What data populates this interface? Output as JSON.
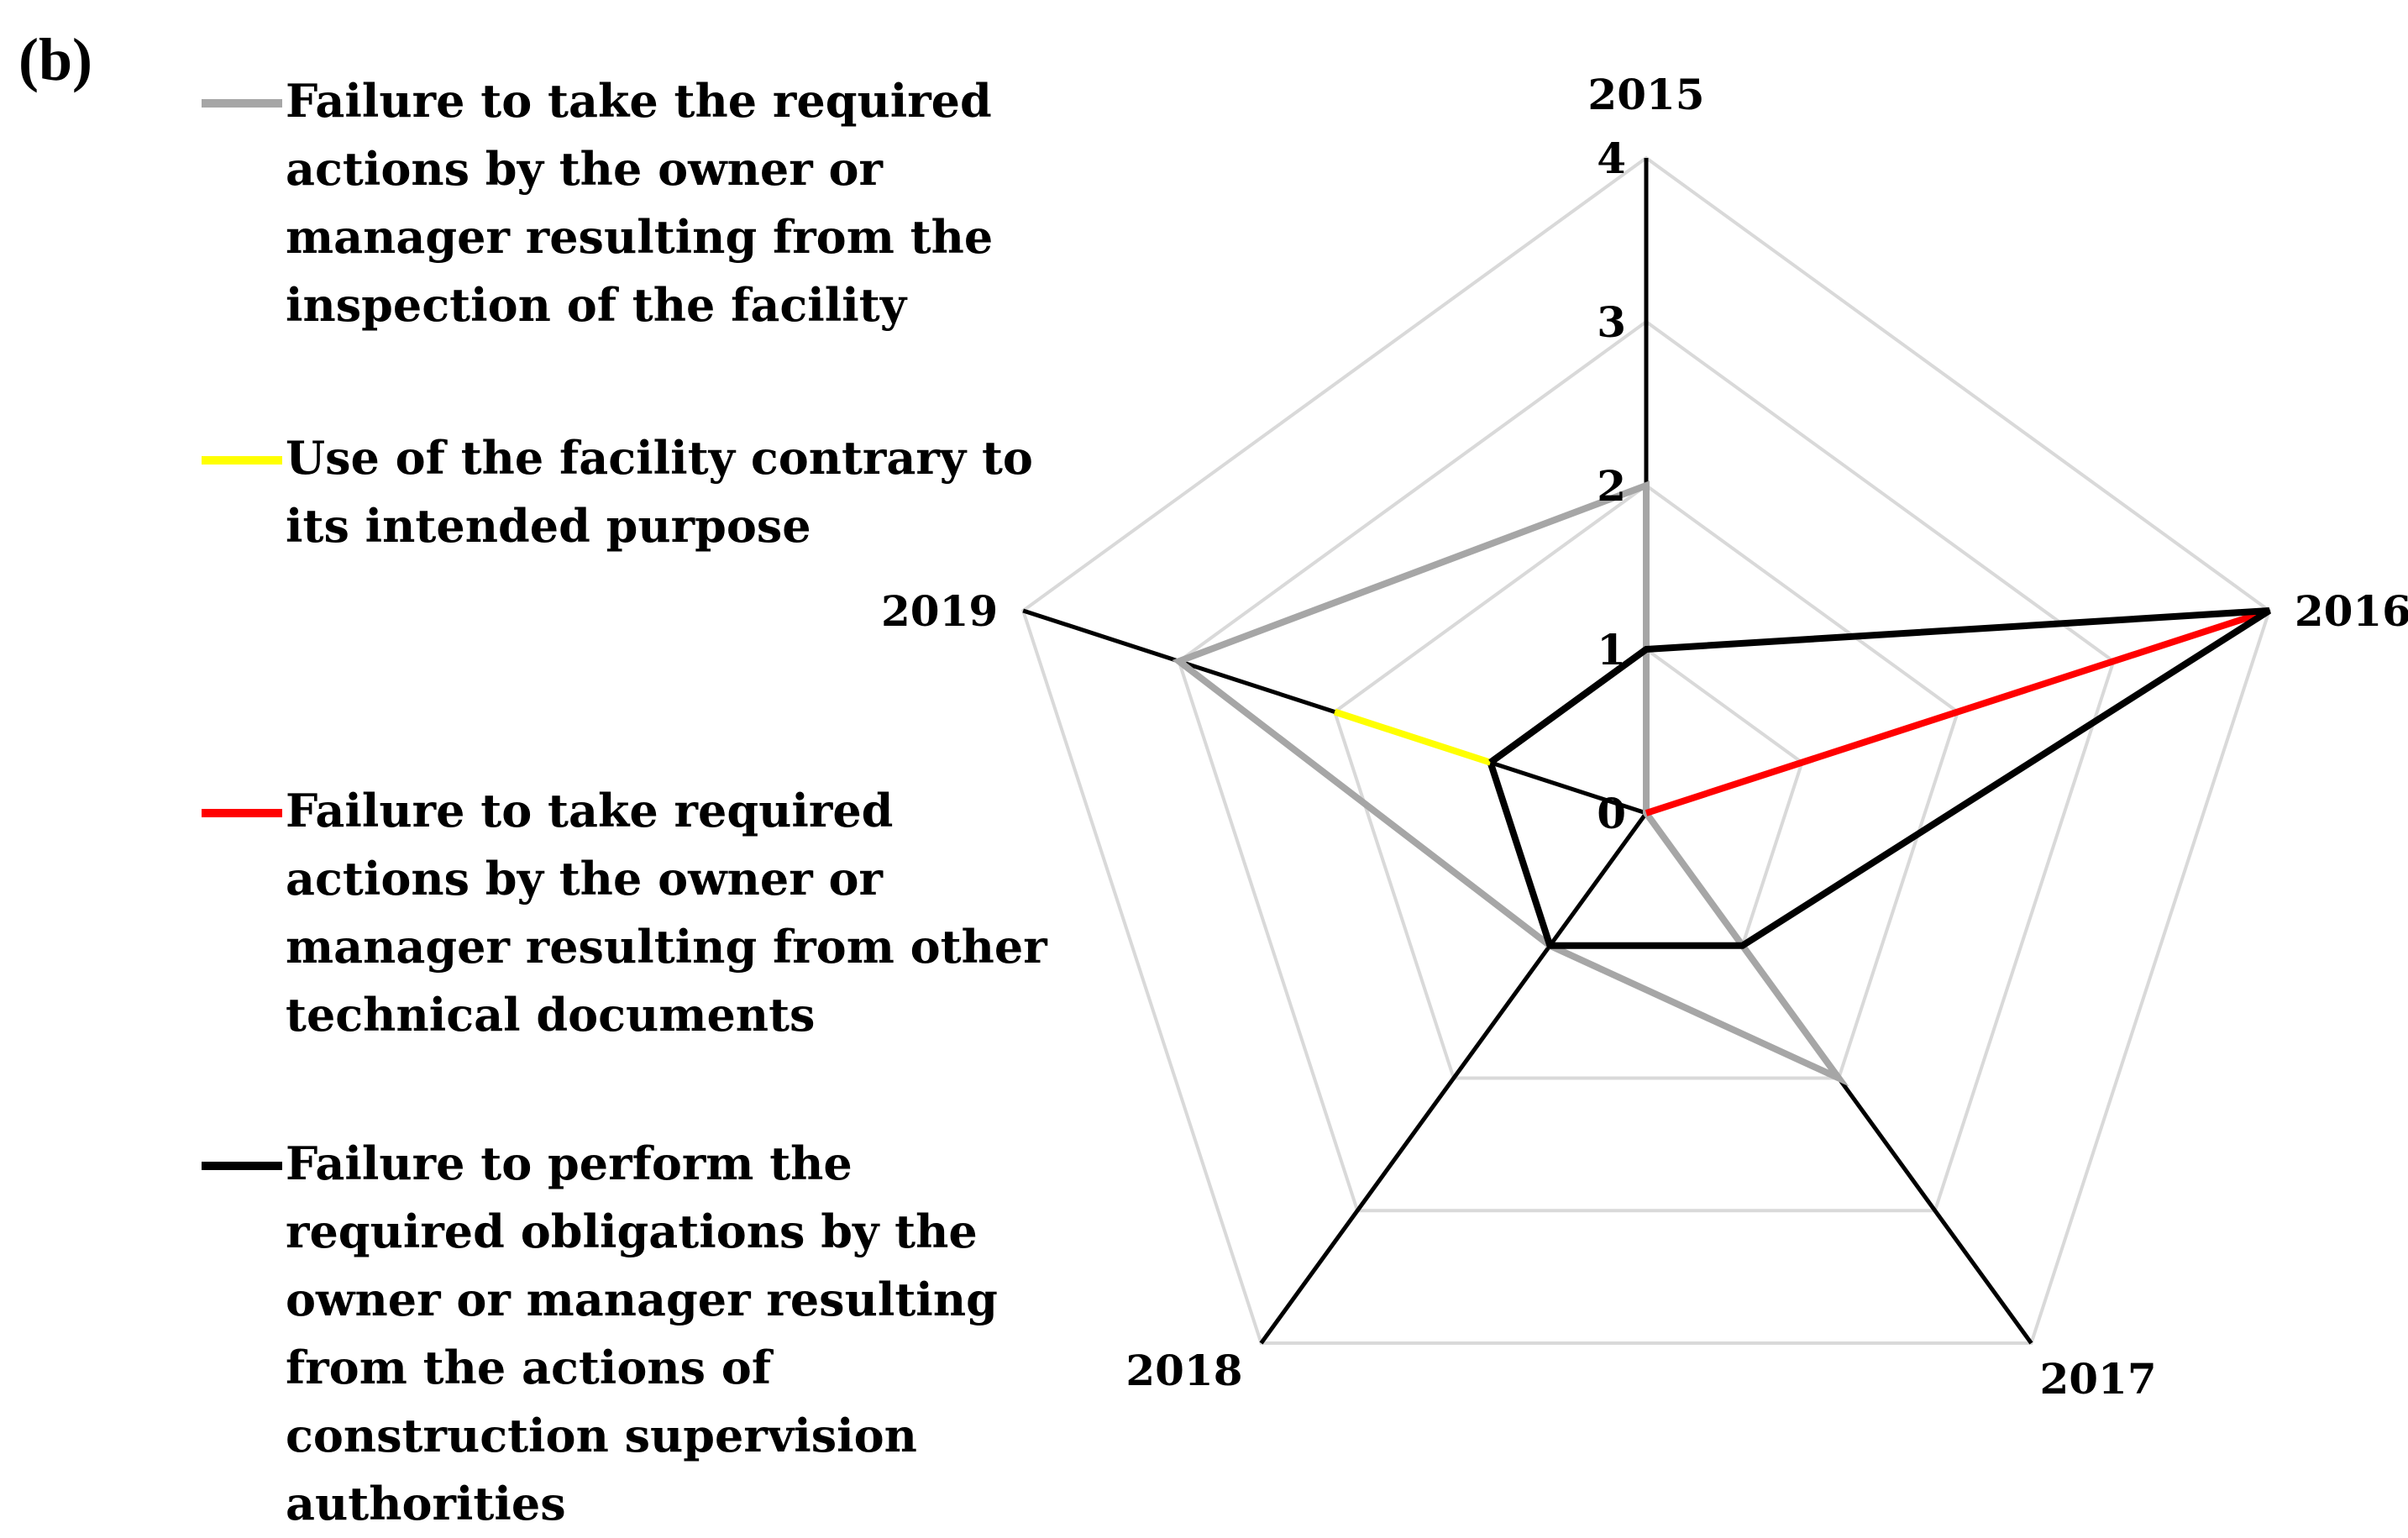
{
  "panel_label": "(b)",
  "colors": {
    "grid": "#d9d9d9",
    "background": "#ffffff"
  },
  "chart_data": {
    "type": "radar",
    "categories": [
      "2015",
      "2016",
      "2017",
      "2018",
      "2019"
    ],
    "rlim": [
      0,
      4
    ],
    "ticks": [
      "0",
      "1",
      "2",
      "3",
      "4"
    ],
    "grid": true,
    "legend_position": "left",
    "series": [
      {
        "name": "Failure to take the required actions by the owner or manager resulting from the inspection of the facility",
        "color": "#a6a6a6",
        "values": [
          2,
          0,
          2,
          1,
          3
        ]
      },
      {
        "name": "Use of the facility contrary to its intended purpose",
        "color": "#ffff00",
        "values": [
          0,
          0,
          0,
          0,
          2
        ]
      },
      {
        "name": "Failure to take required actions by the owner or manager resulting from other technical documents",
        "color": "#ff0000",
        "values": [
          0,
          4,
          0,
          0,
          0
        ]
      },
      {
        "name": "Failure to perform the required obligations by the owner or manager resulting from the actions of construction supervision authorities",
        "color": "#000000",
        "values": [
          1,
          4,
          1,
          1,
          1
        ]
      }
    ]
  }
}
